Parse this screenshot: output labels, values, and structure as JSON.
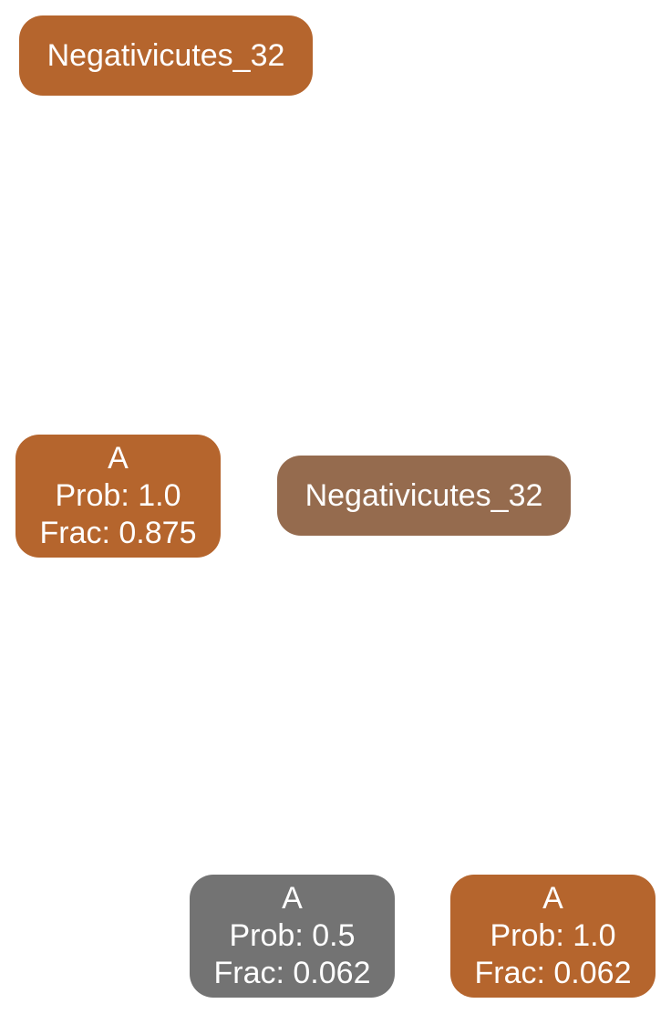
{
  "colors": {
    "orange": "#b5652d",
    "brown": "#956b4e",
    "gray": "#737373"
  },
  "nodes": {
    "root": {
      "label": "Negativicutes_32",
      "color": "#b5652d"
    },
    "a1": {
      "label": "A",
      "prob": "Prob: 1.0",
      "frac": "Frac: 0.875",
      "color": "#b5652d"
    },
    "neg2": {
      "label": "Negativicutes_32",
      "color": "#956b4e"
    },
    "a2": {
      "label": "A",
      "prob": "Prob: 0.5",
      "frac": "Frac: 0.062",
      "color": "#737373"
    },
    "a3": {
      "label": "A",
      "prob": "Prob: 1.0",
      "frac": "Frac: 0.062",
      "color": "#b5652d"
    }
  }
}
